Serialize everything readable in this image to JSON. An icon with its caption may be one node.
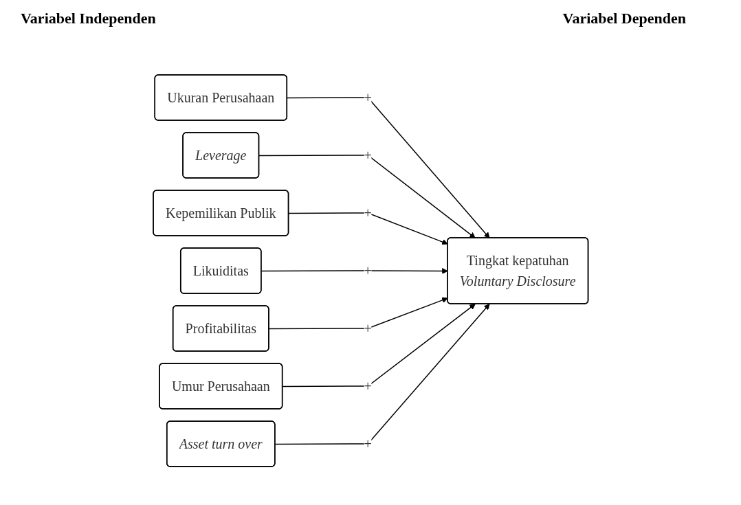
{
  "diagram": {
    "nodes": [
      {
        "text": [
          "Ukuran Perusahaan"
        ]
      },
      {
        "text": [
          "Leverage"
        ]
      },
      {
        "text": [
          "Kepemilikan Publik"
        ]
      },
      {
        "text": [
          "Likuiditas"
        ]
      },
      {
        "text": [
          "Profitabilitas"
        ]
      },
      {
        "text": [
          "Umur Perusahaan"
        ]
      },
      {
        "text": [
          "Asset turn over"
        ]
      },
      {
        "text": [
          "Tingkat kepatuhan",
          "Voluntary Disclosure"
        ]
      }
    ],
    "edges": [
      {
        "from": 0,
        "to": 7,
        "arrow": "to",
        "label": "+"
      },
      {
        "from": 1,
        "to": 7,
        "arrow": "to",
        "label": "+"
      },
      {
        "from": 2,
        "to": 7,
        "arrow": "to",
        "label": "+"
      },
      {
        "from": 3,
        "to": 7,
        "arrow": "to",
        "label": "+"
      },
      {
        "from": 4,
        "to": 7,
        "arrow": "to",
        "label": "+"
      },
      {
        "from": 5,
        "to": 7,
        "arrow": "to",
        "label": "+"
      },
      {
        "from": 6,
        "to": 7,
        "arrow": "to",
        "label": "+"
      }
    ],
    "labels": [
      "Variabel Independen",
      "Variabel Dependen"
    ]
  }
}
